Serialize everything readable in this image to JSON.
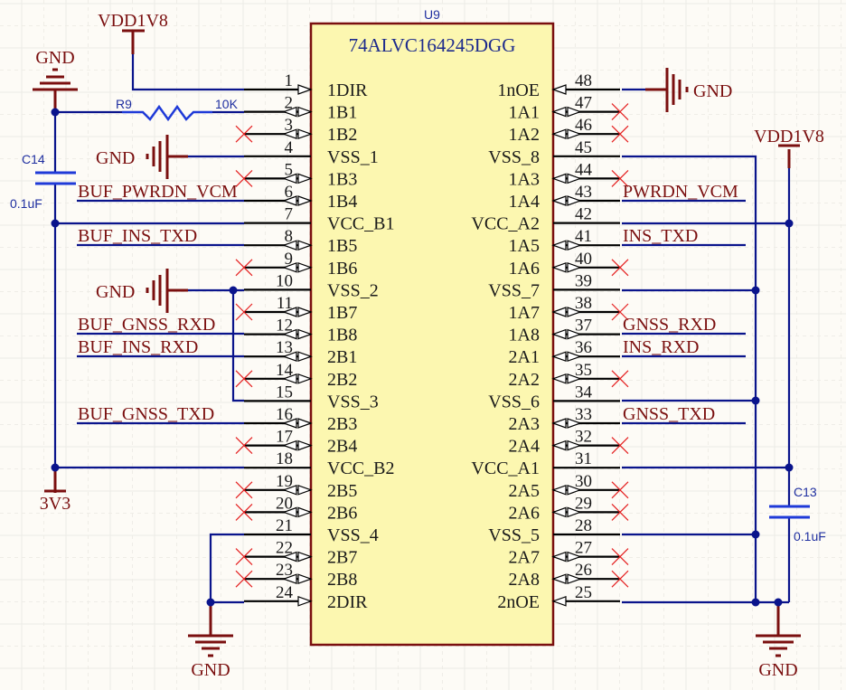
{
  "document": {
    "kind": "schematic-sheet",
    "colors": {
      "wire": "#0a148c",
      "power": "#7a0f0f",
      "component_body": "#fcf7b0",
      "no_connect": "#e52020",
      "background": "#fdfbf6",
      "annotation_blue": "#1f2fa0"
    }
  },
  "ic": {
    "designator": "U9",
    "part": "74ALVC164245DGG",
    "left_pins": [
      {
        "num": "1",
        "name": "1DIR",
        "type": "in",
        "conn": "VDD1V8 via wire"
      },
      {
        "num": "2",
        "name": "1B1",
        "type": "io",
        "conn": "R9"
      },
      {
        "num": "3",
        "name": "1B2",
        "type": "io",
        "conn": "nc"
      },
      {
        "num": "4",
        "name": "VSS_1",
        "type": "pwr",
        "conn": "GND"
      },
      {
        "num": "5",
        "name": "1B3",
        "type": "io",
        "conn": "nc"
      },
      {
        "num": "6",
        "name": "1B4",
        "type": "io",
        "conn": "BUF_PWRDN_VCM"
      },
      {
        "num": "7",
        "name": "VCC_B1",
        "type": "pwr",
        "conn": "3V3"
      },
      {
        "num": "8",
        "name": "1B5",
        "type": "io",
        "conn": "BUF_INS_TXD"
      },
      {
        "num": "9",
        "name": "1B6",
        "type": "io",
        "conn": "nc"
      },
      {
        "num": "10",
        "name": "VSS_2",
        "type": "pwr",
        "conn": "GND"
      },
      {
        "num": "11",
        "name": "1B7",
        "type": "io",
        "conn": "nc"
      },
      {
        "num": "12",
        "name": "1B8",
        "type": "io",
        "conn": "BUF_GNSS_RXD"
      },
      {
        "num": "13",
        "name": "2B1",
        "type": "io",
        "conn": "BUF_INS_RXD"
      },
      {
        "num": "14",
        "name": "2B2",
        "type": "io",
        "conn": "nc"
      },
      {
        "num": "15",
        "name": "VSS_3",
        "type": "pwr",
        "conn": "GND"
      },
      {
        "num": "16",
        "name": "2B3",
        "type": "io",
        "conn": "BUF_GNSS_TXD"
      },
      {
        "num": "17",
        "name": "2B4",
        "type": "io",
        "conn": "nc"
      },
      {
        "num": "18",
        "name": "VCC_B2",
        "type": "pwr",
        "conn": "3V3"
      },
      {
        "num": "19",
        "name": "2B5",
        "type": "io",
        "conn": "nc"
      },
      {
        "num": "20",
        "name": "2B6",
        "type": "io",
        "conn": "nc"
      },
      {
        "num": "21",
        "name": "VSS_4",
        "type": "pwr",
        "conn": "GND"
      },
      {
        "num": "22",
        "name": "2B7",
        "type": "io",
        "conn": "nc"
      },
      {
        "num": "23",
        "name": "2B8",
        "type": "io",
        "conn": "nc"
      },
      {
        "num": "24",
        "name": "2DIR",
        "type": "in",
        "conn": "GND"
      }
    ],
    "right_pins": [
      {
        "num": "48",
        "name": "1nOE",
        "type": "in",
        "conn": "GND"
      },
      {
        "num": "47",
        "name": "1A1",
        "type": "io",
        "conn": "nc"
      },
      {
        "num": "46",
        "name": "1A2",
        "type": "io",
        "conn": "nc"
      },
      {
        "num": "45",
        "name": "VSS_8",
        "type": "pwr",
        "conn": "GND"
      },
      {
        "num": "44",
        "name": "1A3",
        "type": "io",
        "conn": "nc"
      },
      {
        "num": "43",
        "name": "1A4",
        "type": "io",
        "conn": "PWRDN_VCM"
      },
      {
        "num": "42",
        "name": "VCC_A2",
        "type": "pwr",
        "conn": "VDD1V8"
      },
      {
        "num": "41",
        "name": "1A5",
        "type": "io",
        "conn": "INS_TXD"
      },
      {
        "num": "40",
        "name": "1A6",
        "type": "io",
        "conn": "nc"
      },
      {
        "num": "39",
        "name": "VSS_7",
        "type": "pwr",
        "conn": "GND"
      },
      {
        "num": "38",
        "name": "1A7",
        "type": "io",
        "conn": "nc"
      },
      {
        "num": "37",
        "name": "1A8",
        "type": "io",
        "conn": "GNSS_RXD"
      },
      {
        "num": "36",
        "name": "2A1",
        "type": "io",
        "conn": "INS_RXD"
      },
      {
        "num": "35",
        "name": "2A2",
        "type": "io",
        "conn": "nc"
      },
      {
        "num": "34",
        "name": "VSS_6",
        "type": "pwr",
        "conn": "GND"
      },
      {
        "num": "33",
        "name": "2A3",
        "type": "io",
        "conn": "GNSS_TXD"
      },
      {
        "num": "32",
        "name": "2A4",
        "type": "io",
        "conn": "nc"
      },
      {
        "num": "31",
        "name": "VCC_A1",
        "type": "pwr",
        "conn": "VDD1V8"
      },
      {
        "num": "30",
        "name": "2A5",
        "type": "io",
        "conn": "nc"
      },
      {
        "num": "29",
        "name": "2A6",
        "type": "io",
        "conn": "nc"
      },
      {
        "num": "28",
        "name": "VSS_5",
        "type": "pwr",
        "conn": "GND"
      },
      {
        "num": "27",
        "name": "2A7",
        "type": "io",
        "conn": "nc"
      },
      {
        "num": "26",
        "name": "2A8",
        "type": "io",
        "conn": "nc"
      },
      {
        "num": "25",
        "name": "2nOE",
        "type": "in",
        "conn": "GND"
      }
    ]
  },
  "left_net_labels": {
    "6": "BUF_PWRDN_VCM",
    "8": "BUF_INS_TXD",
    "12": "BUF_GNSS_RXD",
    "13": "BUF_INS_RXD",
    "16": "BUF_GNSS_TXD"
  },
  "right_net_labels": {
    "43": "PWRDN_VCM",
    "41": "INS_TXD",
    "37": "GNSS_RXD",
    "36": "INS_RXD",
    "33": "GNSS_TXD"
  },
  "power_ports": {
    "vdd_top_left": "VDD1V8",
    "gnd_top_left": "GND",
    "gnd_pin4": "GND",
    "gnd_pin10": "GND",
    "v3v3_left": "3V3",
    "gnd_bottom_left": "GND",
    "gnd_pin48": "GND",
    "vdd_right": "VDD1V8",
    "gnd_bottom_right": "GND"
  },
  "components": {
    "r9": {
      "designator": "R9",
      "value": "10K"
    },
    "c14": {
      "designator": "C14",
      "value": "0.1uF"
    },
    "c13": {
      "designator": "C13",
      "value": "0.1uF"
    }
  }
}
